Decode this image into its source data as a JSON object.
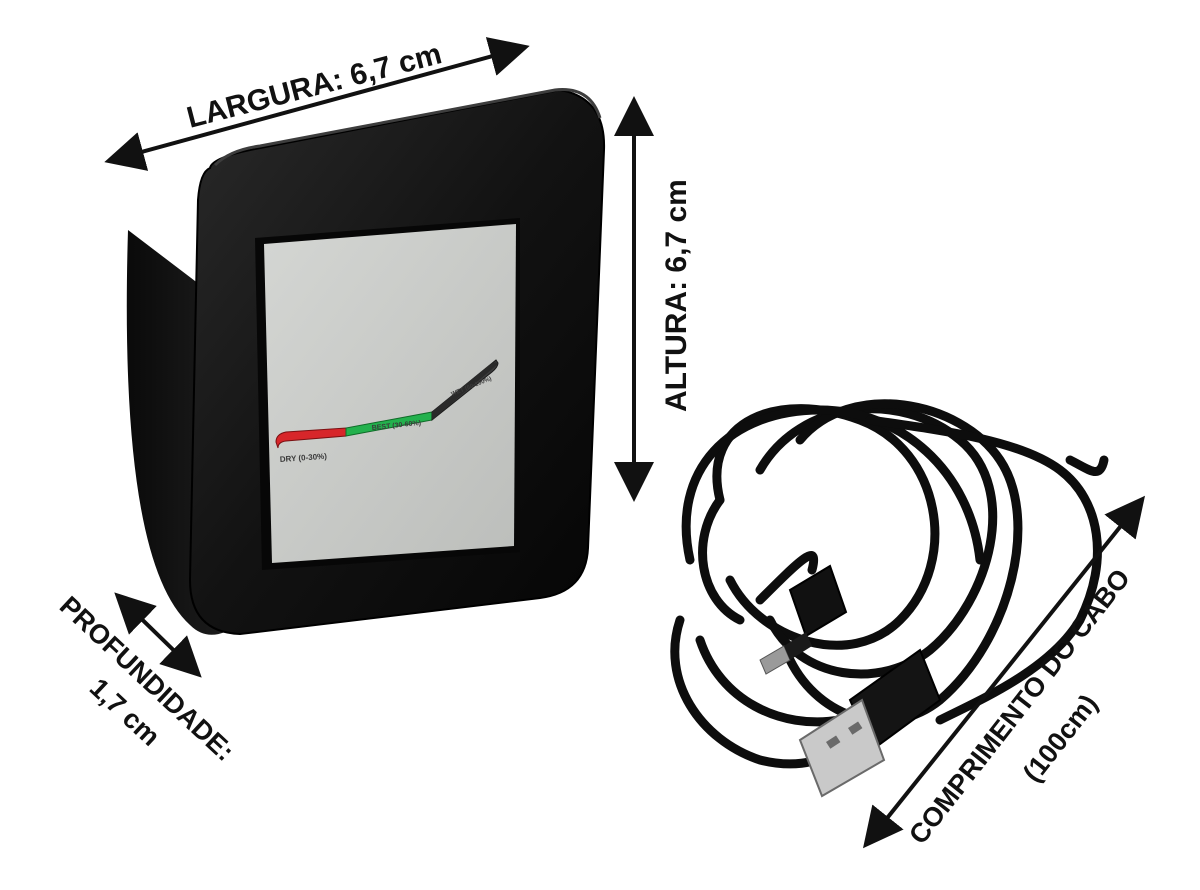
{
  "dimensions": {
    "width_label": "LARGURA: 6,7 cm",
    "height_label": "ALTURA: 6,7 cm",
    "depth_label_line1": "PROFUNDIDADE:",
    "depth_label_line2": "1,7 cm",
    "cable_label_line1": "COMPRIMENTO DO CABO",
    "cable_label_line2": "(100cm)"
  },
  "display": {
    "dry_label": "DRY (0-30%)",
    "best_label": "BEST (30-60%)",
    "wet_label": "WET (60-100%)"
  },
  "colors": {
    "dry": "#d7262a",
    "best": "#23b14d",
    "wet": "#3a3a3a",
    "device_body": "#151515",
    "screen": "#c9cbc8"
  }
}
